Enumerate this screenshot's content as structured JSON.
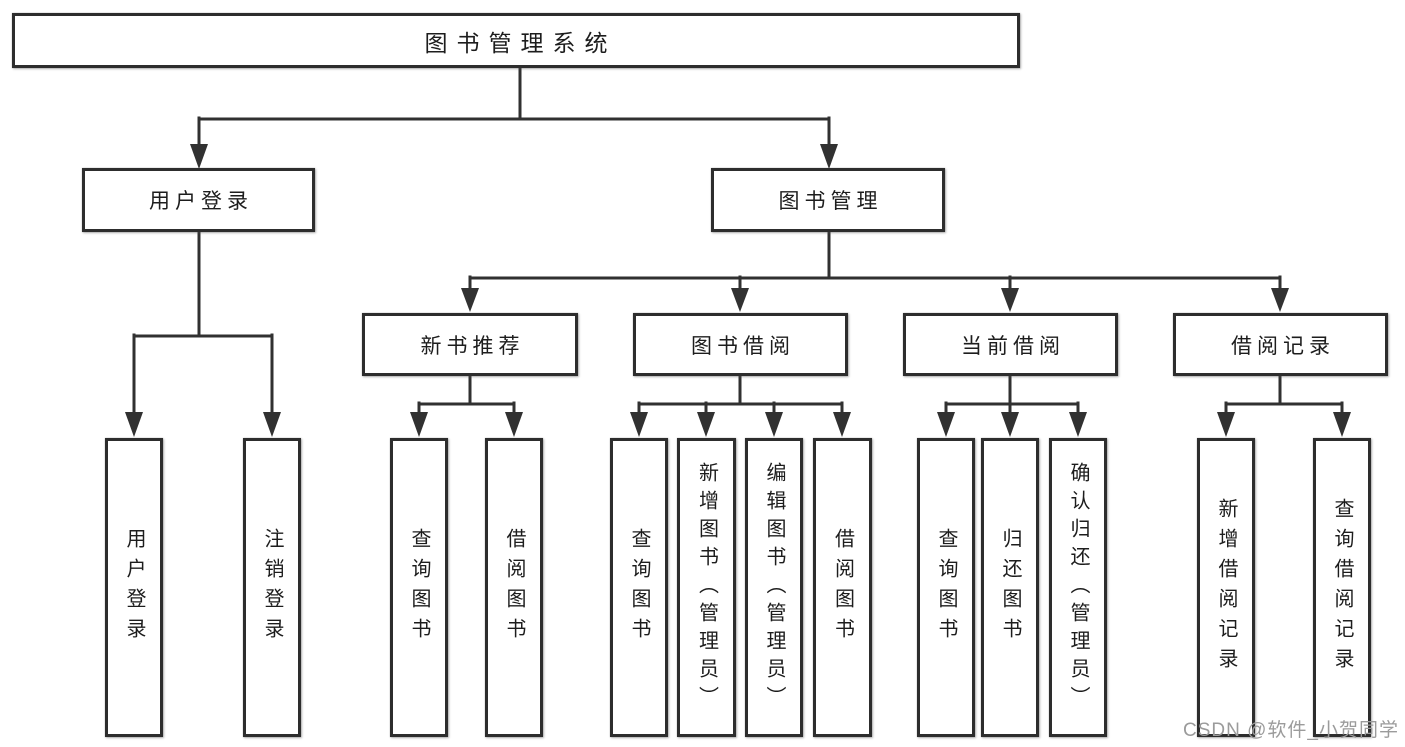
{
  "colors": {
    "line": "#313131",
    "box_border": "#2d2d2d",
    "text": "#1d1d1d",
    "watermark_text": "#9b9b9b",
    "background": "#ffffff"
  },
  "watermark": {
    "text": "CSDN @软件_小贺同学"
  },
  "tree": {
    "root": {
      "label": "图书管理系统"
    },
    "branches": [
      {
        "label": "用户登录",
        "children": [
          {
            "label": "用户登录"
          },
          {
            "label": "注销登录"
          }
        ]
      },
      {
        "label": "图书管理",
        "groups": [
          {
            "label": "新书推荐",
            "children": [
              {
                "label": "查询图书"
              },
              {
                "label": "借阅图书"
              }
            ]
          },
          {
            "label": "图书借阅",
            "children": [
              {
                "label": "查询图书"
              },
              {
                "label": "新增图书（管理员）"
              },
              {
                "label": "编辑图书（管理员）"
              },
              {
                "label": "借阅图书"
              }
            ]
          },
          {
            "label": "当前借阅",
            "children": [
              {
                "label": "查询图书"
              },
              {
                "label": "归还图书"
              },
              {
                "label": "确认归还（管理员）"
              }
            ]
          },
          {
            "label": "借阅记录",
            "children": [
              {
                "label": "新增借阅记录"
              },
              {
                "label": "查询借阅记录"
              }
            ]
          }
        ]
      }
    ]
  }
}
